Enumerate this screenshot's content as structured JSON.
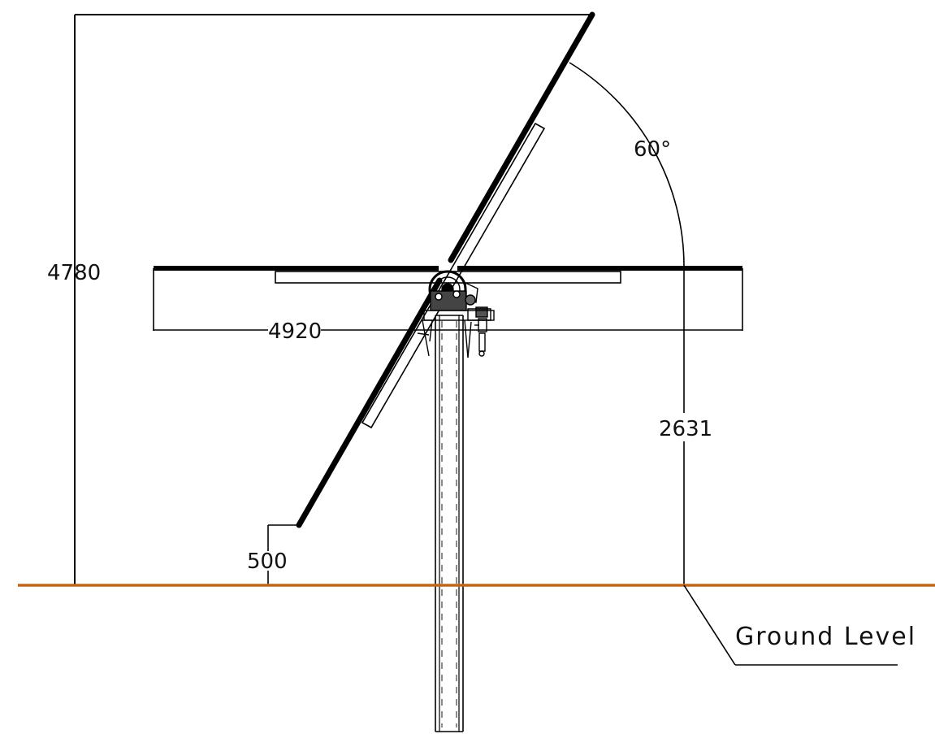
{
  "dimensions": {
    "max_height": "4780",
    "panel_width": "4920",
    "hub_height": "2631",
    "min_clearance": "500",
    "tilt_angle": "60°"
  },
  "labels": {
    "ground_level": "Ground Level"
  },
  "colors": {
    "line": "#000000",
    "ground": "#c0661a",
    "paper": "#ffffff"
  }
}
